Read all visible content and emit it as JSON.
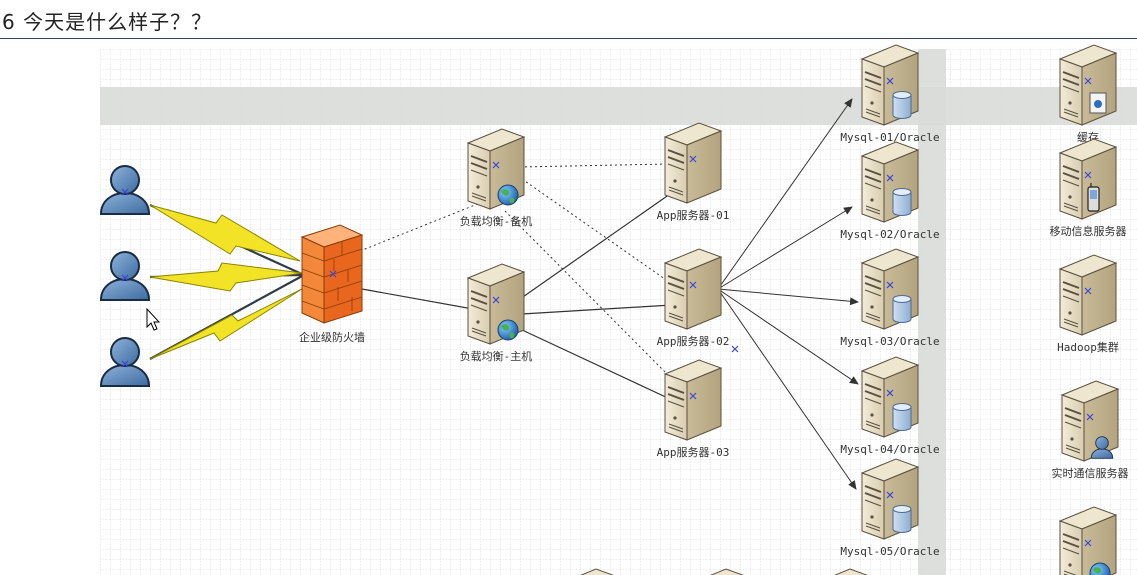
{
  "header": {
    "title": "6 今天是什么样子？？"
  },
  "diagram": {
    "firewall": {
      "label": "企业级防火墙"
    },
    "load_balancers": [
      {
        "id": "lb-backup",
        "label": "负载均衡-备机"
      },
      {
        "id": "lb-main",
        "label": "负载均衡-主机"
      }
    ],
    "app_servers": [
      {
        "id": "app-01",
        "label": "App服务器-01"
      },
      {
        "id": "app-02",
        "label": "App服务器-02"
      },
      {
        "id": "app-03",
        "label": "App服务器-03"
      }
    ],
    "db_servers": [
      {
        "id": "db-01",
        "label": "Mysql-01/Oracle"
      },
      {
        "id": "db-02",
        "label": "Mysql-02/Oracle"
      },
      {
        "id": "db-03",
        "label": "Mysql-03/Oracle"
      },
      {
        "id": "db-04",
        "label": "Mysql-04/Oracle"
      },
      {
        "id": "db-05",
        "label": "Mysql-05/Oracle"
      }
    ],
    "side_servers": [
      {
        "id": "cache",
        "label": "缓存",
        "icon": "cache-icon"
      },
      {
        "id": "mobile",
        "label": "移动信息服务器",
        "icon": "mobile-phone-icon"
      },
      {
        "id": "hadoop",
        "label": "Hadoop集群",
        "icon": "none"
      },
      {
        "id": "realtime",
        "label": "实时通信服务器",
        "icon": "user-icon"
      },
      {
        "id": "extra",
        "label": "",
        "icon": "globe-icon"
      }
    ],
    "colors": {
      "server_body": "#e6dcc4",
      "firewall": "#f07a2a",
      "user": "#5b86b8",
      "lightning": "#f2e326",
      "grid_band": "#d9dbd9"
    }
  }
}
